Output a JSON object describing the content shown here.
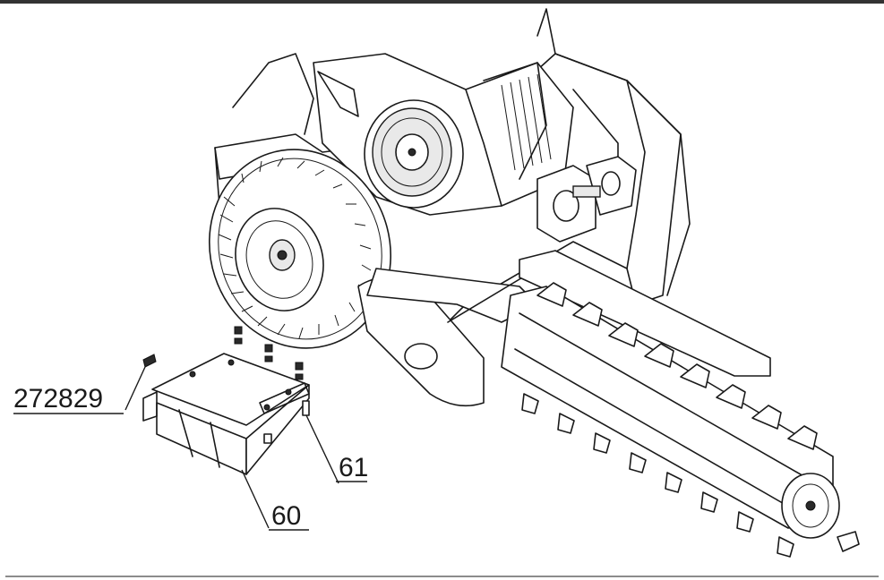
{
  "callouts": [
    {
      "id": "272829",
      "label": "272829"
    },
    {
      "id": "61",
      "label": "61"
    },
    {
      "id": "60",
      "label": "60"
    }
  ],
  "colors": {
    "line": "#1a1a1a",
    "background": "#ffffff",
    "frame": "#333333"
  }
}
